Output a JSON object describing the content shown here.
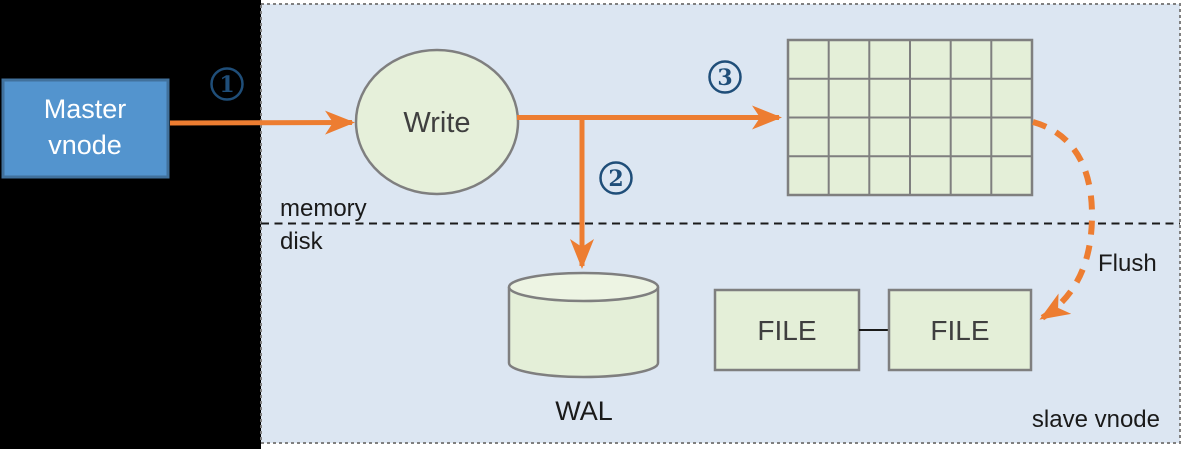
{
  "diagram": {
    "nodes": {
      "master": {
        "line1": "Master",
        "line2": "vnode"
      },
      "write": {
        "label": "Write"
      },
      "wal": {
        "label": "WAL"
      },
      "file_left": {
        "label": "FILE"
      },
      "file_right": {
        "label": "FILE"
      }
    },
    "region_labels": {
      "memory": "memory",
      "disk": "disk",
      "slave_vnode": "slave vnode"
    },
    "flow_labels": {
      "flush": "Flush"
    },
    "steps": {
      "one": "1",
      "two": "2",
      "three": "3"
    },
    "mem_table": {
      "rows": 4,
      "cols": 6
    },
    "colors": {
      "left_background": "#000000",
      "panel_fill": "#dce6f2",
      "panel_border": "#808080",
      "master_fill": "#5394ce",
      "master_border": "#41719c",
      "node_fill": "#e4efd8",
      "node_fill_light": "#edf4e3",
      "node_border": "#7f7f7f",
      "arrow_orange": "#ed7d31",
      "step_circle": "#1f4e79",
      "node_text": "#3f3f3f",
      "label_text": "#1a1a1a"
    }
  }
}
